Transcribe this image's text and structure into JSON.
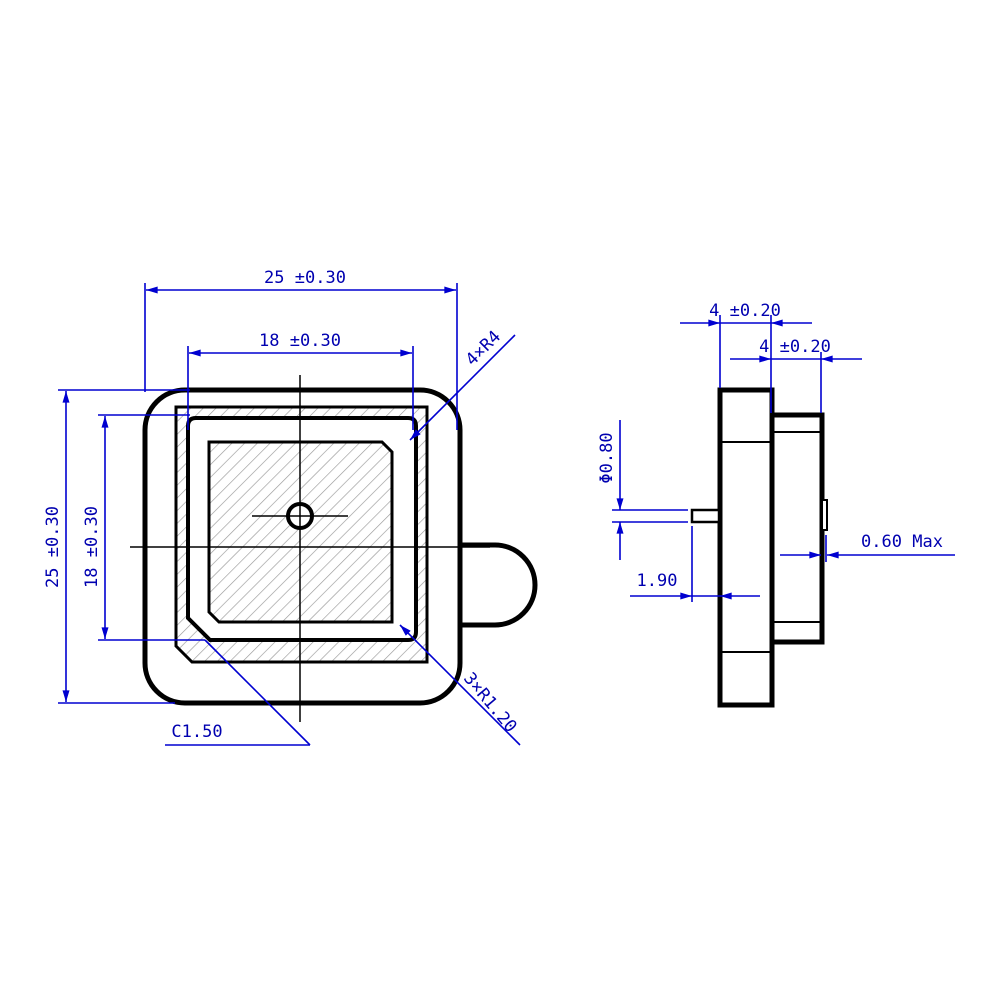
{
  "front_view": {
    "width_overall": "25 ±0.30",
    "width_patch": "18 ±0.30",
    "corner_radius": "4×R4",
    "height_overall": "25 ±0.30",
    "height_patch": "18 ±0.30",
    "chamfer": "C1.50",
    "inner_radius": "3×R1.20"
  },
  "side_view": {
    "thickness_base": "4 ±0.20",
    "thickness_patch": "4 ±0.20",
    "pin_diameter": "Φ0.80",
    "pin_length": "1.90",
    "bump_height": "0.60 Max"
  },
  "colors": {
    "dimension": "#0000d0",
    "outline": "#000000"
  }
}
